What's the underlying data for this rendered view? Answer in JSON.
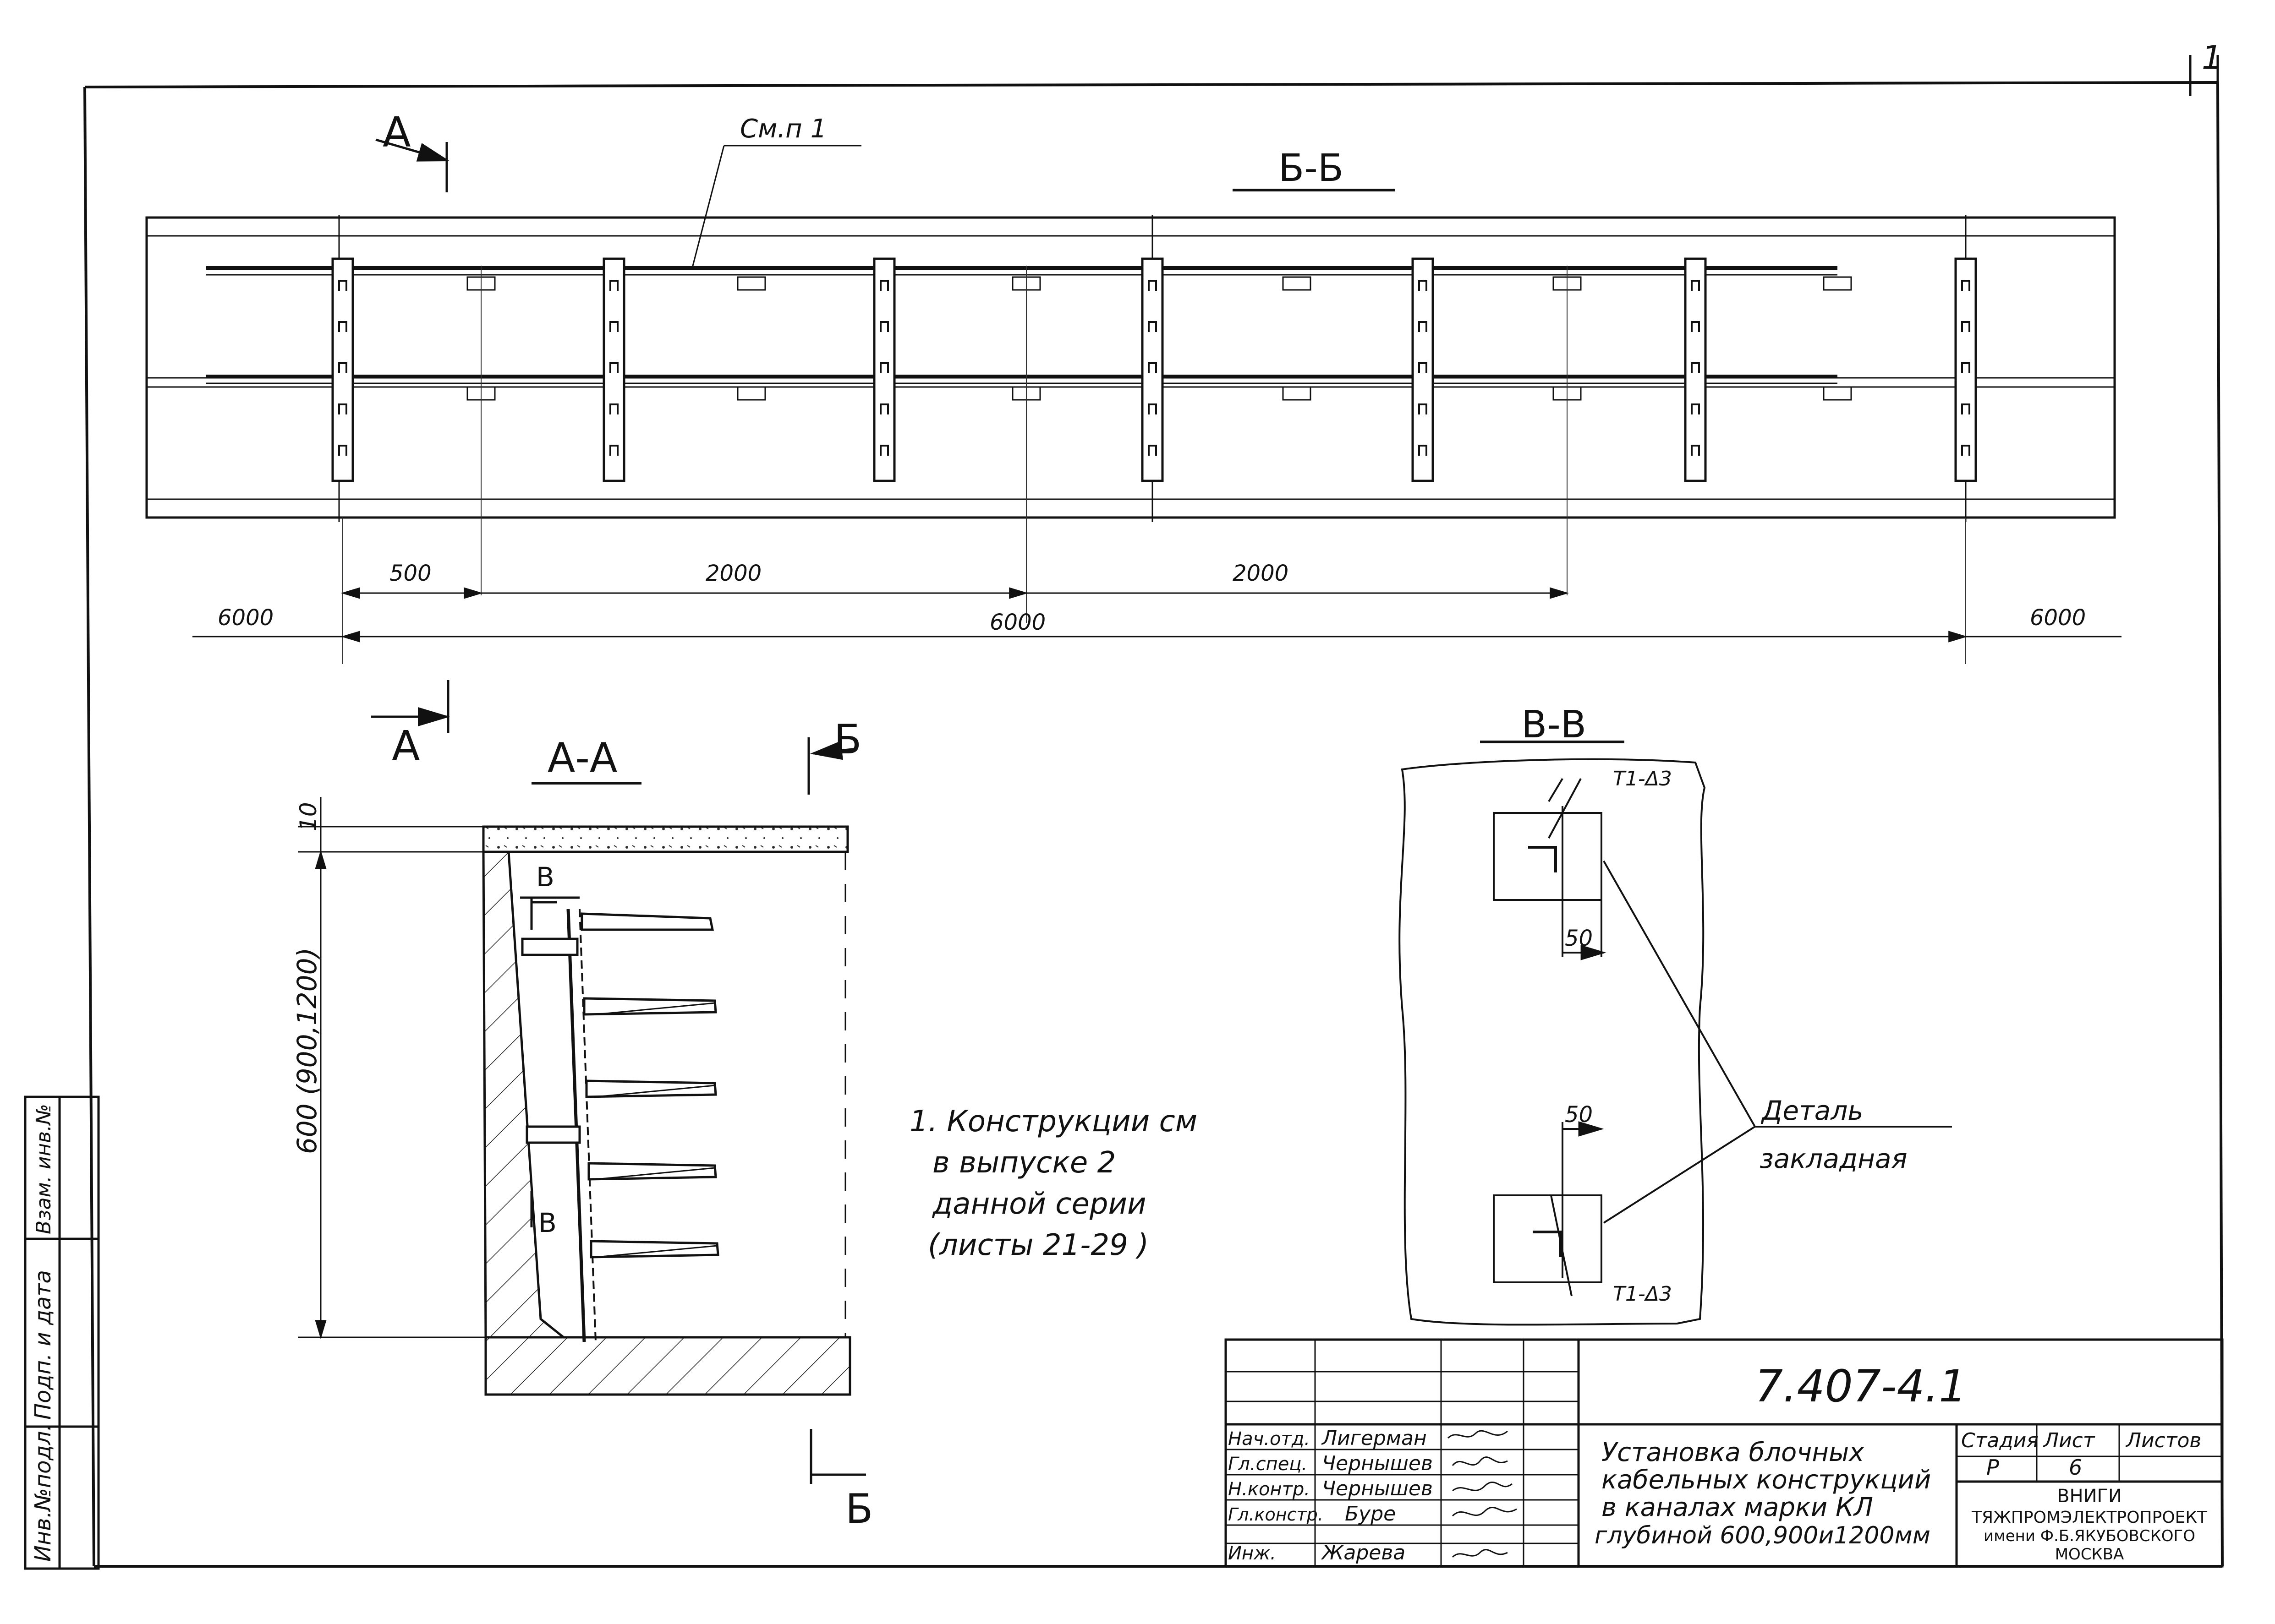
{
  "sheet_number": "1",
  "sections": {
    "bb_title": "Б-Б",
    "aa_title": "А-А",
    "vv_title": "В-В",
    "arrow_a_top": "А",
    "arrow_a_bottom": "А",
    "arrow_b_top": "Б",
    "arrow_b_bottom": "Б",
    "arrow_v_top": "В",
    "arrow_v_bottom": "В"
  },
  "callouts": {
    "see_p1": "См.п 1",
    "detail_line1": "Деталь",
    "detail_line2": "закладная",
    "weld_top": "Т1-Δ3",
    "weld_bottom": "Т1-Δ3"
  },
  "dimensions": {
    "d500": "500",
    "d2000a": "2000",
    "d2000b": "2000",
    "d6000_left": "6000",
    "d6000_mid": "6000",
    "d6000_right": "6000",
    "d10": "10",
    "depth": "600 (900,1200)",
    "d50_top": "50",
    "d50_bottom": "50"
  },
  "notes": {
    "line1": "1. Конструкции см",
    "line2": "в выпуске 2",
    "line3": "данной серии",
    "line4": "(листы 21-29 )"
  },
  "side_stamp": {
    "inv": "Инв.№подл.",
    "sign_date": "Подп. и дата",
    "vzam": "Взам. инв.№"
  },
  "title_block": {
    "doc_code": "7.407-4.1",
    "title_line1": "Установка блочных",
    "title_line2": "кабельных конструкций",
    "title_line3": "в каналах марки КЛ",
    "title_line4": "глубиной 600,900и1200мм",
    "h_stage": "Стадия",
    "h_sheet": "Лист",
    "h_sheets": "Листов",
    "stage": "Р",
    "sheet": "6",
    "org1": "ВНИГИ",
    "org2": "ТЯЖПРОМЭЛЕКТРОПРОЕКТ",
    "org3": "имени Ф.Б.ЯКУБОВСКОГО",
    "org4": "МОСКВА",
    "roles": [
      {
        "role": "Нач.отд.",
        "name": "Лигерман"
      },
      {
        "role": "Гл.спец.",
        "name": "Чернышев"
      },
      {
        "role": "Н.контр.",
        "name": "Чернышев"
      },
      {
        "role": "Гл.констр.",
        "name": "Буре"
      },
      {
        "role": "Инж.",
        "name": "Жарева"
      }
    ]
  }
}
